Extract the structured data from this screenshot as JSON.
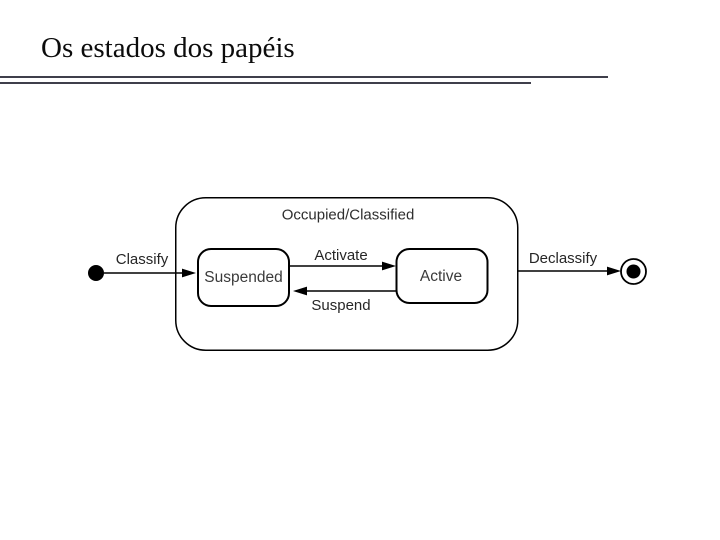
{
  "slide": {
    "title": "Os estados dos papéis"
  },
  "diagram": {
    "composite_state": {
      "label": "Occupied/Classified"
    },
    "states": [
      {
        "label": "Suspended"
      },
      {
        "label": "Active"
      }
    ],
    "transitions": [
      {
        "label": "Classify"
      },
      {
        "label": "Activate"
      },
      {
        "label": "Suspend"
      },
      {
        "label": "Declassify"
      }
    ],
    "markers": {
      "initial_state": "filled-circle",
      "final_state": "ringed-circle"
    },
    "colors": {
      "background": "#ffffff",
      "stroke": "#000000",
      "label_text": "#2e2e2e",
      "title_text": "#0c0c0c",
      "rule": "#3f3f4b"
    }
  }
}
